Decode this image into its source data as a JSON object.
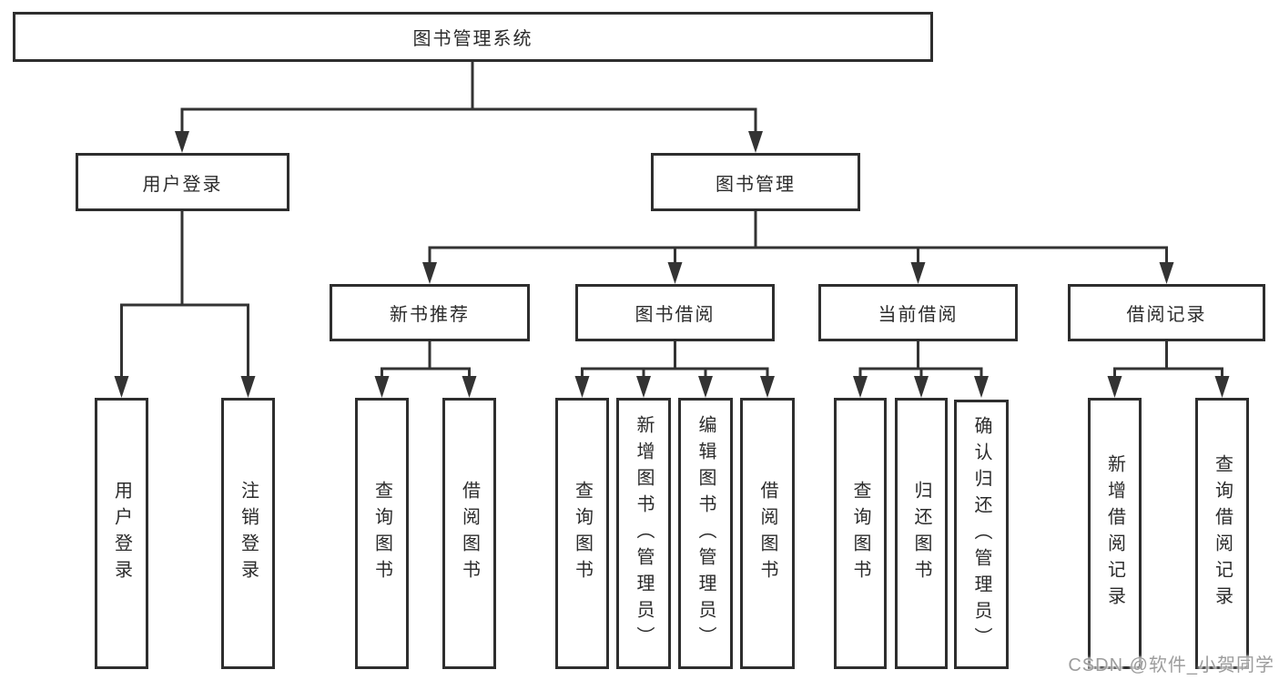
{
  "watermark": "CSDN @软件_小贺同学",
  "colors": {
    "line": "#333333",
    "box_border": "#2e2e2e",
    "box_background": "#ffffff",
    "text": "#2b2b2b",
    "watermark": "#9d9d9d"
  },
  "tree": {
    "label": "图书管理系统",
    "children": [
      {
        "label": "用户登录",
        "children": [
          {
            "label": "用户登录"
          },
          {
            "label": "注销登录"
          }
        ]
      },
      {
        "label": "图书管理",
        "children": [
          {
            "label": "新书推荐",
            "children": [
              {
                "label": "查询图书"
              },
              {
                "label": "借阅图书"
              }
            ]
          },
          {
            "label": "图书借阅",
            "children": [
              {
                "label": "查询图书"
              },
              {
                "label": "新增图书（管理员）"
              },
              {
                "label": "编辑图书（管理员）"
              },
              {
                "label": "借阅图书"
              }
            ]
          },
          {
            "label": "当前借阅",
            "children": [
              {
                "label": "查询图书"
              },
              {
                "label": "归还图书"
              },
              {
                "label": "确认归还（管理员）"
              }
            ]
          },
          {
            "label": "借阅记录",
            "children": [
              {
                "label": "新增借阅记录"
              },
              {
                "label": "查询借阅记录"
              }
            ]
          }
        ]
      }
    ]
  }
}
